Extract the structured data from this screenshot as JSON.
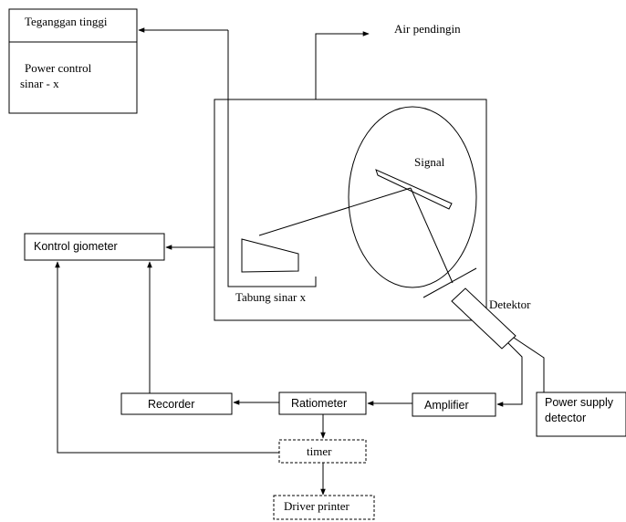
{
  "labels": {
    "teganggan_tinggi": "Teganggan tinggi",
    "power_control_1": "Power control",
    "power_control_2": "sinar - x",
    "air_pendingin": "Air pendingin",
    "signal": "Signal",
    "kontrol_giometer": "Kontrol giometer",
    "tabung_sinar_x": "Tabung sinar x",
    "detektor": "Detektor",
    "recorder": "Recorder",
    "ratiometer": "Ratiometer",
    "amplifier": "Amplifier",
    "power_supply_1": "Power supply",
    "power_supply_2": "detector",
    "timer": "timer",
    "driver_printer": "Driver printer"
  }
}
